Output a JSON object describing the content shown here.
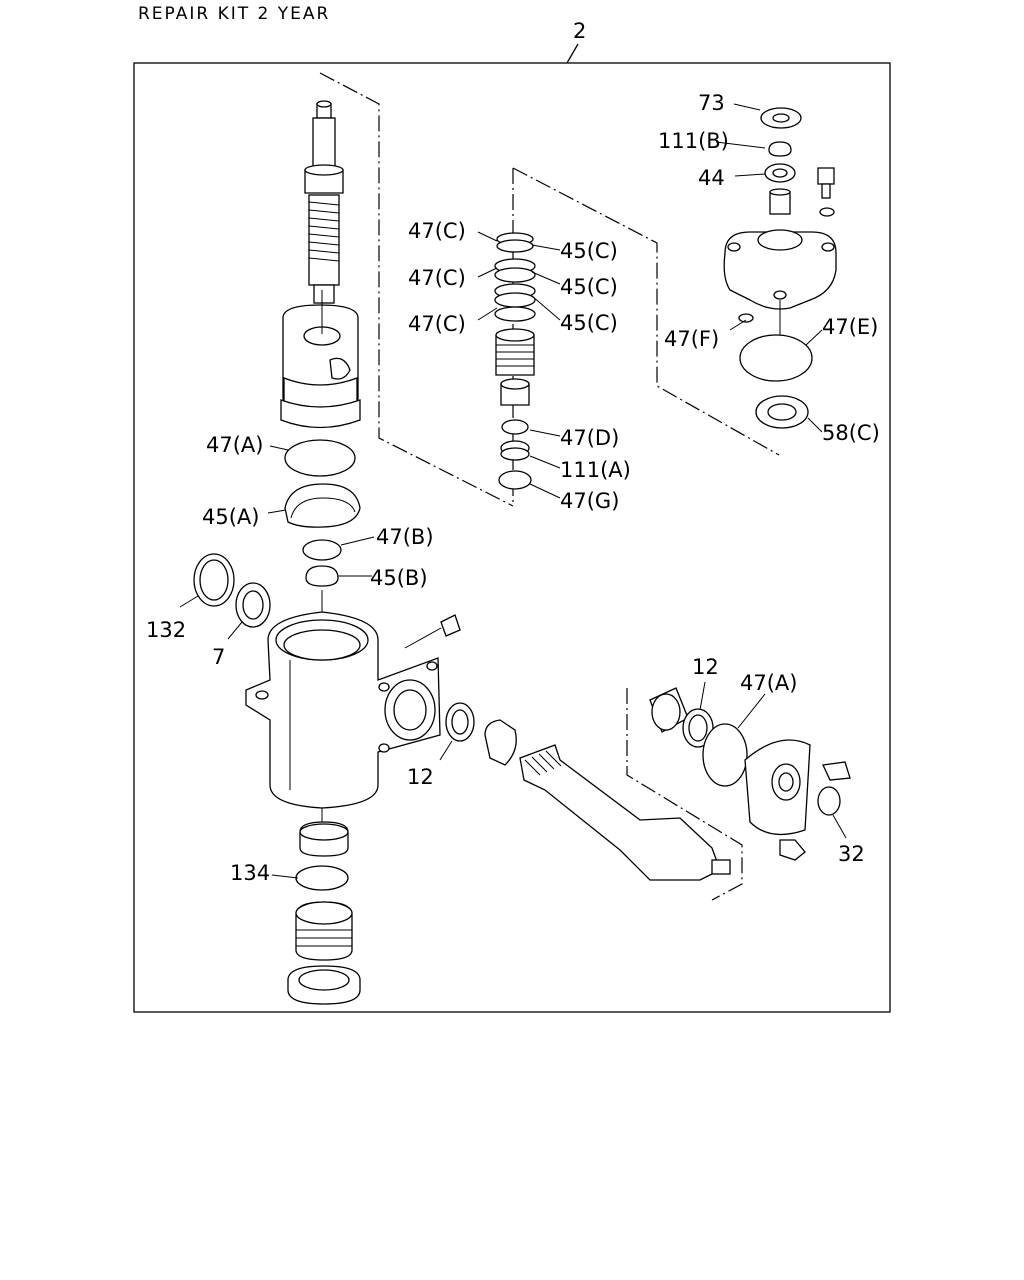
{
  "page": {
    "heading": "REPAIR KIT 2 YEAR"
  },
  "diagram": {
    "kit_number": "2",
    "callouts": {
      "c73": "73",
      "c111b": "111(B)",
      "c44": "44",
      "c47c_1": "47(C)",
      "c45c_1": "45(C)",
      "c47c_2": "47(C)",
      "c45c_2": "45(C)",
      "c47c_3": "47(C)",
      "c45c_3": "45(C)",
      "c47f": "47(F)",
      "c47e": "47(E)",
      "c58c": "58(C)",
      "c47d": "47(D)",
      "c111a": "111(A)",
      "c47g": "47(G)",
      "c47a_left": "47(A)",
      "c45a": "45(A)",
      "c47b": "47(B)",
      "c45b": "45(B)",
      "c132": "132",
      "c7": "7",
      "c12_left": "12",
      "c12_right": "12",
      "c47a_right": "47(A)",
      "c32": "32",
      "c134": "134"
    }
  }
}
